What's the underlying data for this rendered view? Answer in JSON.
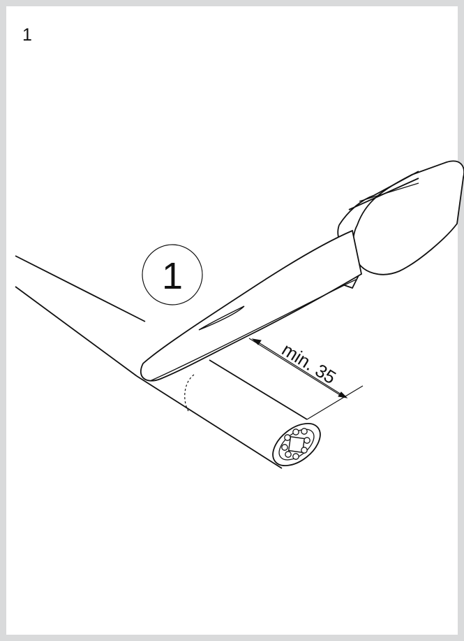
{
  "page": {
    "number": "1"
  },
  "figure": {
    "step_number": "1",
    "dimension_label": "min. 35"
  }
}
